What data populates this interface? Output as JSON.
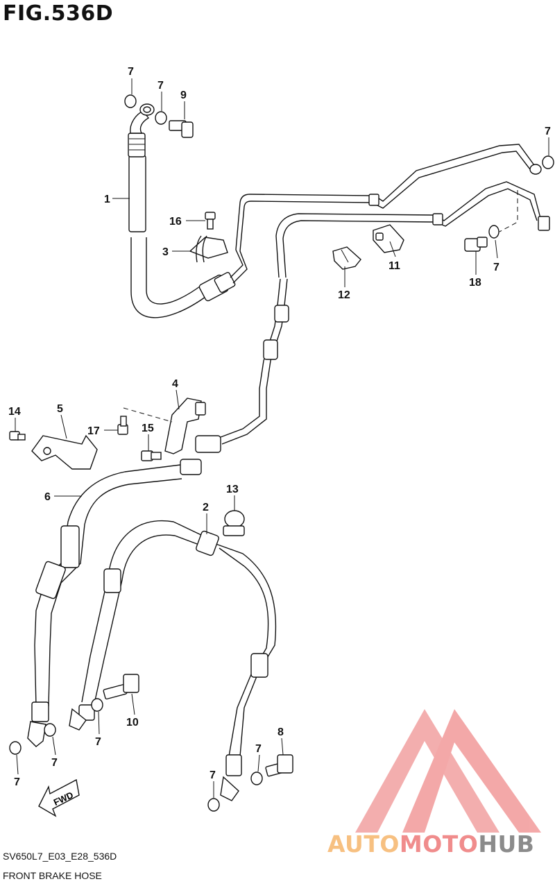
{
  "figure": {
    "title": "FIG.536D",
    "code": "SV650L7_E03_E28_536D",
    "caption": "FRONT BRAKE HOSE"
  },
  "watermark": {
    "part1": "AUTO",
    "part2": "MOTO",
    "part3": "HUB",
    "colors": {
      "auto": "#f7c081",
      "moto": "#f08c8c",
      "hub": "#8b8b8b",
      "triangle": "#f2a0a0"
    }
  },
  "fwd_label": "FWD",
  "callouts": [
    {
      "id": "c1",
      "label": "1"
    },
    {
      "id": "c2",
      "label": "2"
    },
    {
      "id": "c3",
      "label": "3"
    },
    {
      "id": "c4",
      "label": "4"
    },
    {
      "id": "c5",
      "label": "5"
    },
    {
      "id": "c6",
      "label": "6"
    },
    {
      "id": "c7a",
      "label": "7"
    },
    {
      "id": "c7b",
      "label": "7"
    },
    {
      "id": "c7c",
      "label": "7"
    },
    {
      "id": "c7d",
      "label": "7"
    },
    {
      "id": "c7e",
      "label": "7"
    },
    {
      "id": "c7f",
      "label": "7"
    },
    {
      "id": "c7g",
      "label": "7"
    },
    {
      "id": "c7h",
      "label": "7"
    },
    {
      "id": "c7i",
      "label": "7"
    },
    {
      "id": "c7j",
      "label": "7"
    },
    {
      "id": "c8",
      "label": "8"
    },
    {
      "id": "c9",
      "label": "9"
    },
    {
      "id": "c10",
      "label": "10"
    },
    {
      "id": "c11",
      "label": "11"
    },
    {
      "id": "c12",
      "label": "12"
    },
    {
      "id": "c13",
      "label": "13"
    },
    {
      "id": "c14",
      "label": "14"
    },
    {
      "id": "c15",
      "label": "15"
    },
    {
      "id": "c16",
      "label": "16"
    },
    {
      "id": "c17",
      "label": "17"
    },
    {
      "id": "c18",
      "label": "18"
    }
  ]
}
